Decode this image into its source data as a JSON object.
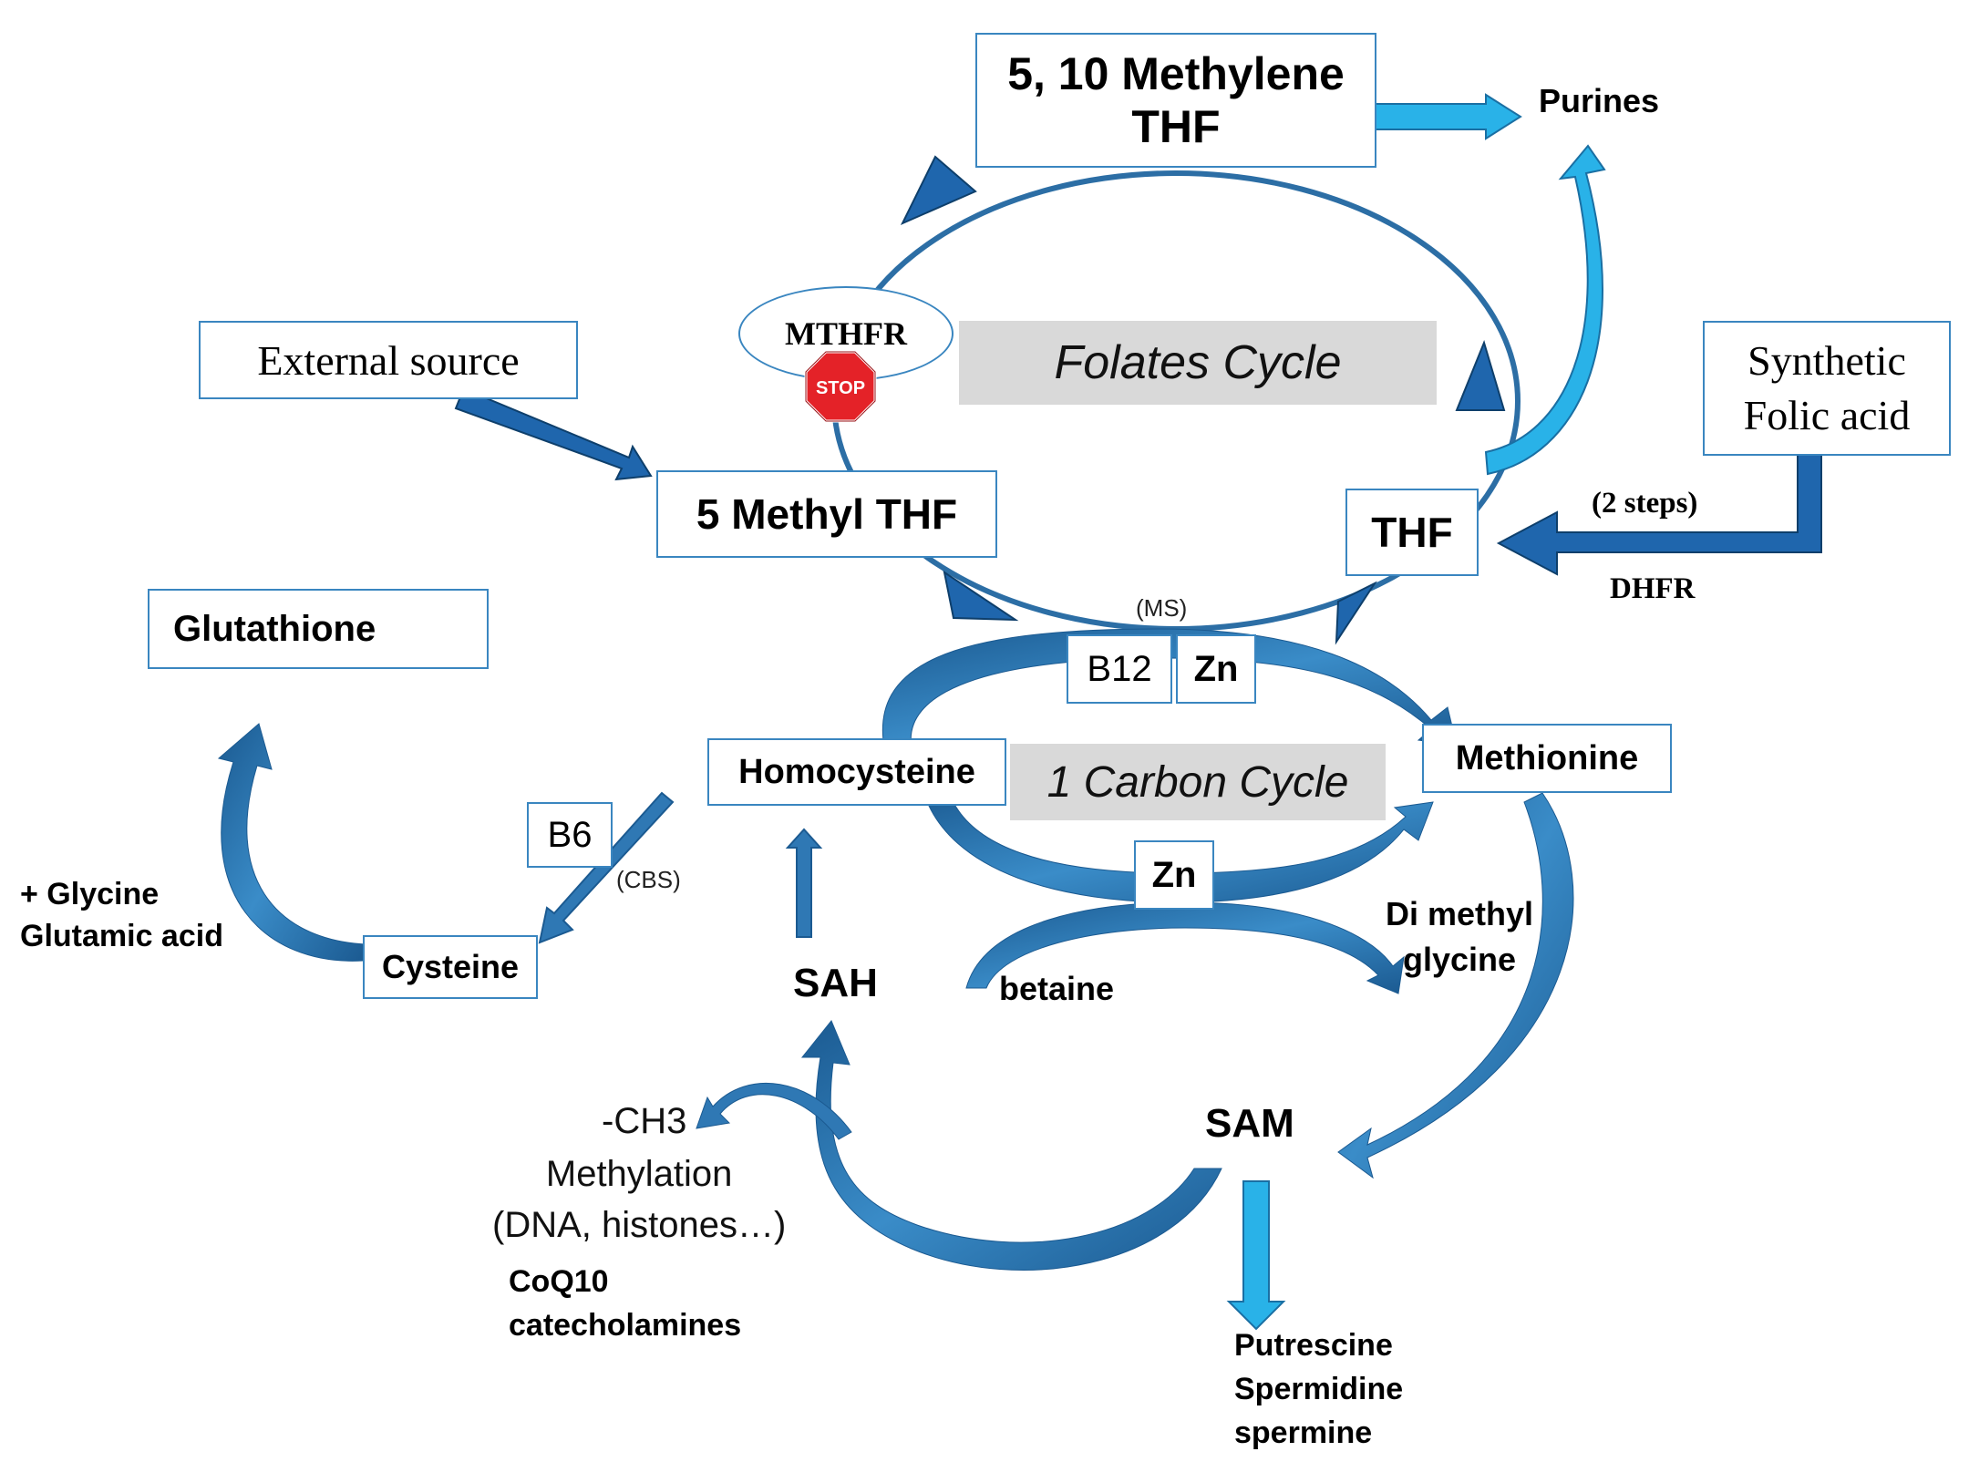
{
  "nodes": {
    "methylene_thf_line1": "5, 10 Methylene",
    "methylene_thf_line2": "THF",
    "purines": "Purines",
    "mthfr": "MTHFR",
    "stop": "STOP",
    "folates_cycle": "Folates Cycle",
    "external_source": "External source",
    "synthetic_line1": "Synthetic",
    "synthetic_line2": "Folic acid",
    "two_steps": "(2 steps)",
    "dhfr": "DHFR",
    "methyl_thf": "5 Methyl THF",
    "thf": "THF",
    "glutathione": "Glutathione",
    "ms": "(MS)",
    "b12": "B12",
    "zn_top": "Zn",
    "homocysteine": "Homocysteine",
    "one_carbon_cycle": "1 Carbon Cycle",
    "methionine": "Methionine",
    "b6": "B6",
    "cbs": "(CBS)",
    "glycine_line1": "+ Glycine",
    "glycine_line2": "Glutamic acid",
    "cysteine": "Cysteine",
    "zn_bottom": "Zn",
    "dimethyl_line1": "Di methyl",
    "dimethyl_line2": "glycine",
    "sah": "SAH",
    "betaine": "betaine",
    "sam": "SAM",
    "ch3": "-CH3",
    "methylation_line1": "Methylation",
    "methylation_line2": "(DNA, histones…)",
    "coq10_line1": "CoQ10",
    "coq10_line2": "catecholamines",
    "putrescine": "Putrescine",
    "spermidine": "Spermidine",
    "spermine": "spermine"
  },
  "colors": {
    "arrow_dark": "#1f5f96",
    "arrow_mid": "#2f78b4",
    "arrow_light": "#29b2e8",
    "box_border": "#3a86c0",
    "stop_red": "#e42228",
    "grey_panel": "#d9d9d9"
  }
}
